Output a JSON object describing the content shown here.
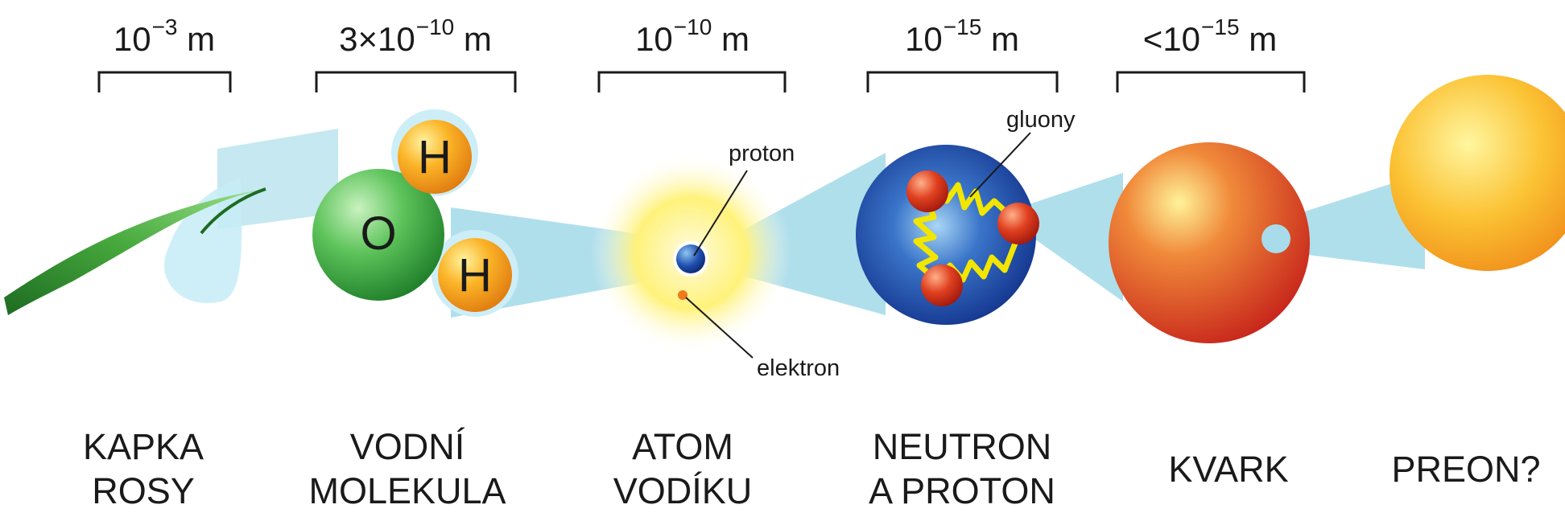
{
  "scales": [
    {
      "base": "10",
      "exp": "−3",
      "unit": " m"
    },
    {
      "base": "3×10",
      "exp": "−10",
      "unit": " m"
    },
    {
      "base": "10",
      "exp": "−10",
      "unit": " m"
    },
    {
      "base": "10",
      "exp": "−15",
      "unit": " m"
    },
    {
      "base": "<10",
      "exp": "−15",
      "unit": " m"
    }
  ],
  "items": [
    {
      "line1": "KAPKA",
      "line2": "ROSY"
    },
    {
      "line1": "VODNÍ",
      "line2": "MOLEKULA"
    },
    {
      "line1": "ATOM",
      "line2": "VODÍKU"
    },
    {
      "line1": "NEUTRON",
      "line2": "A PROTON"
    },
    {
      "line1": "KVARK",
      "line2": ""
    },
    {
      "line1": "PREON?",
      "line2": ""
    }
  ],
  "molecule": {
    "oxygen": "O",
    "hydrogen1": "H",
    "hydrogen2": "H"
  },
  "annotations": {
    "proton": "proton",
    "electron": "elektron",
    "gluons": "gluony"
  },
  "colors": {
    "beam": "#a8dcea",
    "nucleon_blue": "#1a3f9c",
    "quark_red": "#d93a1c",
    "preon_orange": "#f5a623",
    "gluon_yellow": "#f2e600"
  }
}
